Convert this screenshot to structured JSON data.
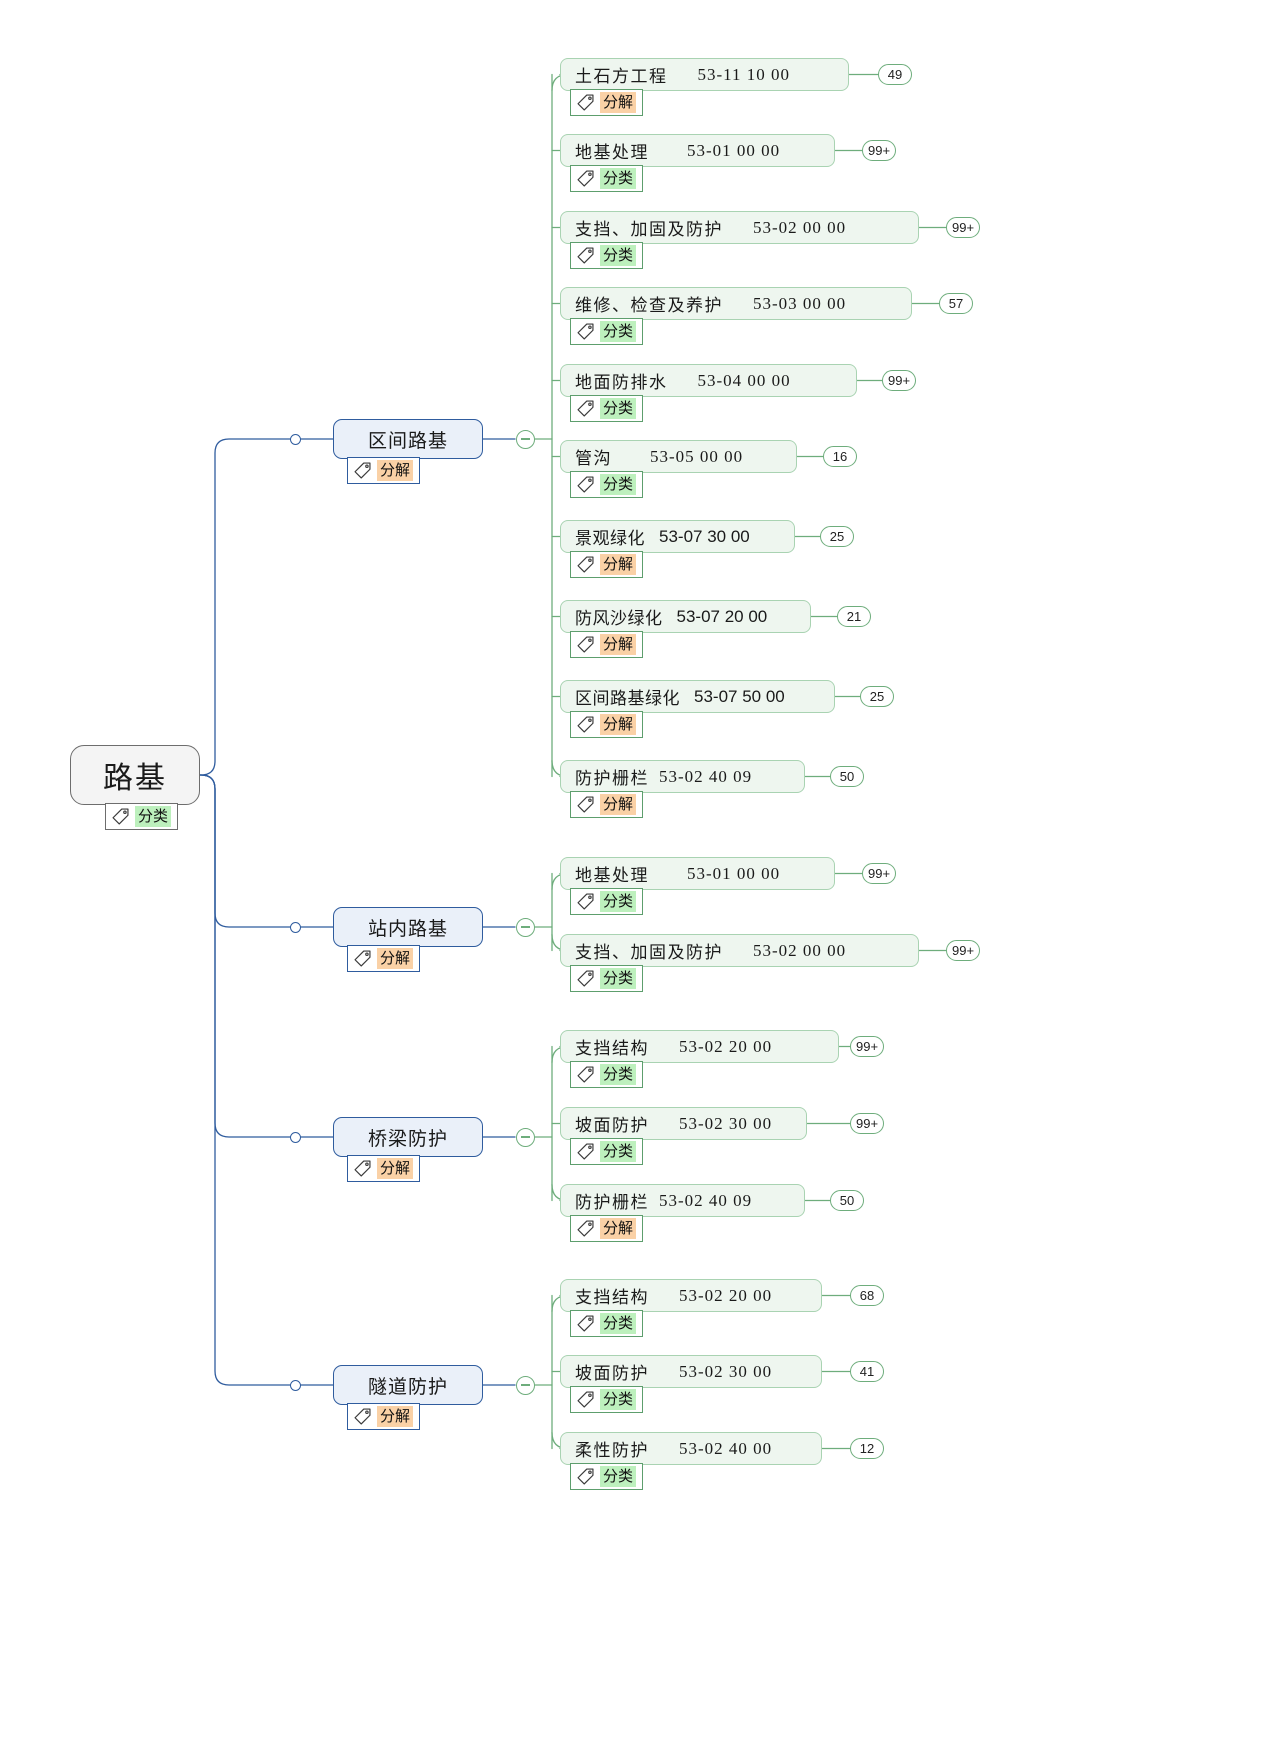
{
  "mindmap": {
    "title": "路基",
    "tag_labels": {
      "classify": "分类",
      "decompose": "分解"
    },
    "icon_names": {
      "tag": "tag-icon",
      "collapse": "minus-collapse-icon",
      "connector": "connector-dot-icon"
    },
    "colors": {
      "root_fill": "#f4f4f4",
      "root_border": "#6d6d6d",
      "branch_fill": "#eaf0f9",
      "branch_border": "#2f5c9e",
      "leaf_fill": "#eef6ef",
      "leaf_border": "#a9d3b2",
      "edge_blue": "#2f5c9e",
      "edge_green": "#6ead7c",
      "tag_classify_bg": "#bdf0bd",
      "tag_decompose_bg": "#fad1a6",
      "badge_border": "#6ead7c"
    },
    "root": {
      "label": "路基",
      "tag": "分类"
    },
    "branches": [
      {
        "label": "区间路基",
        "tag": "分解",
        "children": [
          {
            "label": "土石方工程",
            "code": "53-11 10 00",
            "tag": "分解",
            "count": "49"
          },
          {
            "label": "地基处理",
            "code": "53-01 00 00",
            "tag": "分类",
            "count": "99+"
          },
          {
            "label": "支挡、加固及防护",
            "code": "53-02 00 00",
            "tag": "分类",
            "count": "99+"
          },
          {
            "label": "维修、检查及养护",
            "code": "53-03 00 00",
            "tag": "分类",
            "count": "57"
          },
          {
            "label": "地面防排水",
            "code": "53-04 00 00",
            "tag": "分类",
            "count": "99+"
          },
          {
            "label": "管沟",
            "code": "53-05 00 00",
            "tag": "分类",
            "count": "16"
          },
          {
            "label": "景观绿化",
            "code": "53-07 30 00",
            "tag": "分解",
            "count": "25"
          },
          {
            "label": "防风沙绿化",
            "code": "53-07 20 00",
            "tag": "分解",
            "count": "21"
          },
          {
            "label": "区间路基绿化",
            "code": "53-07 50 00",
            "tag": "分解",
            "count": "25"
          },
          {
            "label": "防护栅栏",
            "code": "53-02 40 09",
            "tag": "分解",
            "count": "50"
          }
        ]
      },
      {
        "label": "站内路基",
        "tag": "分解",
        "children": [
          {
            "label": "地基处理",
            "code": "53-01 00 00",
            "tag": "分类",
            "count": "99+"
          },
          {
            "label": "支挡、加固及防护",
            "code": "53-02 00 00",
            "tag": "分类",
            "count": "99+"
          }
        ]
      },
      {
        "label": "桥梁防护",
        "tag": "分解",
        "children": [
          {
            "label": "支挡结构",
            "code": "53-02 20 00",
            "tag": "分类",
            "count": "99+"
          },
          {
            "label": "坡面防护",
            "code": "53-02 30 00",
            "tag": "分类",
            "count": "99+"
          },
          {
            "label": "防护栅栏",
            "code": "53-02 40 09",
            "tag": "分解",
            "count": "50"
          }
        ]
      },
      {
        "label": "隧道防护",
        "tag": "分解",
        "children": [
          {
            "label": "支挡结构",
            "code": "53-02 20 00",
            "tag": "分类",
            "count": "68"
          },
          {
            "label": "坡面防护",
            "code": "53-02 30 00",
            "tag": "分类",
            "count": "41"
          },
          {
            "label": "柔性防护",
            "code": "53-02 40 00",
            "tag": "分类",
            "count": "12"
          }
        ]
      }
    ]
  }
}
